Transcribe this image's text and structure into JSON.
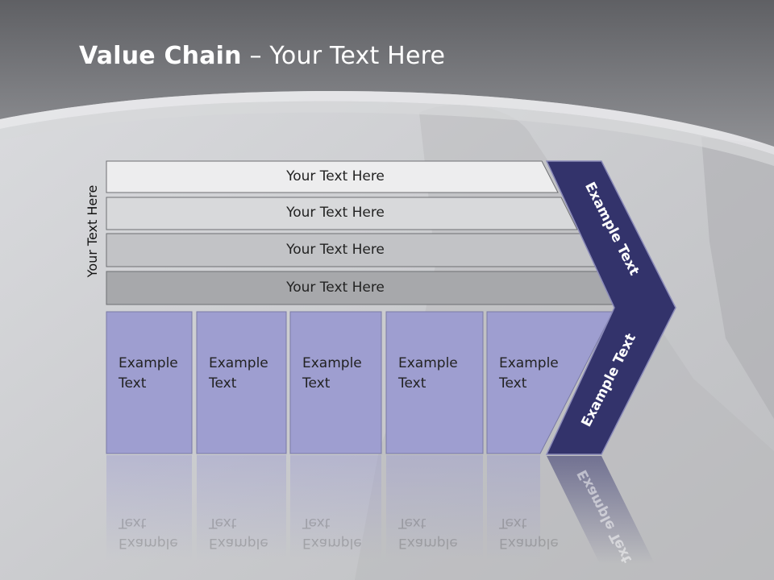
{
  "slide": {
    "title_bold": "Value Chain",
    "title_rest": " – Your Text Here",
    "side_label": "Your Text Here"
  },
  "bars": [
    {
      "label": "Your Text Here",
      "fill": "#ededee"
    },
    {
      "label": "Your Text Here",
      "fill": "#d8d9db"
    },
    {
      "label": "Your Text Here",
      "fill": "#c2c3c6"
    },
    {
      "label": "Your Text Here",
      "fill": "#a7a8ab"
    }
  ],
  "boxes": [
    {
      "line1": "Example",
      "line2": "Text"
    },
    {
      "line1": "Example",
      "line2": "Text"
    },
    {
      "line1": "Example",
      "line2": "Text"
    },
    {
      "line1": "Example",
      "line2": "Text"
    },
    {
      "line1": "Example",
      "line2": "Text"
    }
  ],
  "chevron": {
    "upper_label": "Example Text",
    "lower_label": "Example Text"
  },
  "colors": {
    "chevron": "#33336b",
    "box_fill": "#9e9ed0",
    "header_band": "#6f7074"
  }
}
